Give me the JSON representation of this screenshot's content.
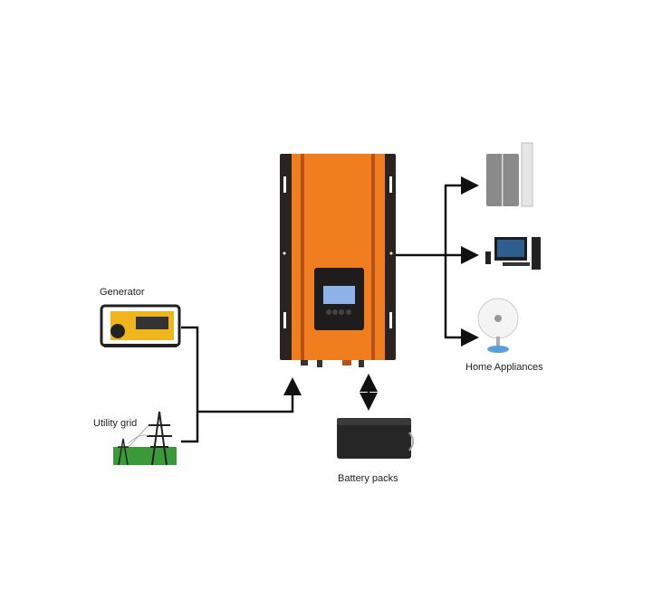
{
  "labels": {
    "generator": "Generator",
    "utility_grid": "Utility grid",
    "battery": "Battery packs",
    "home_appliances": "Home Appliances"
  },
  "colors": {
    "inverter_orange": "#f07d1e",
    "inverter_dark": "#2a2320",
    "generator_yellow": "#f0b51c",
    "grass_green": "#3a9a3a",
    "line": "#111111"
  }
}
